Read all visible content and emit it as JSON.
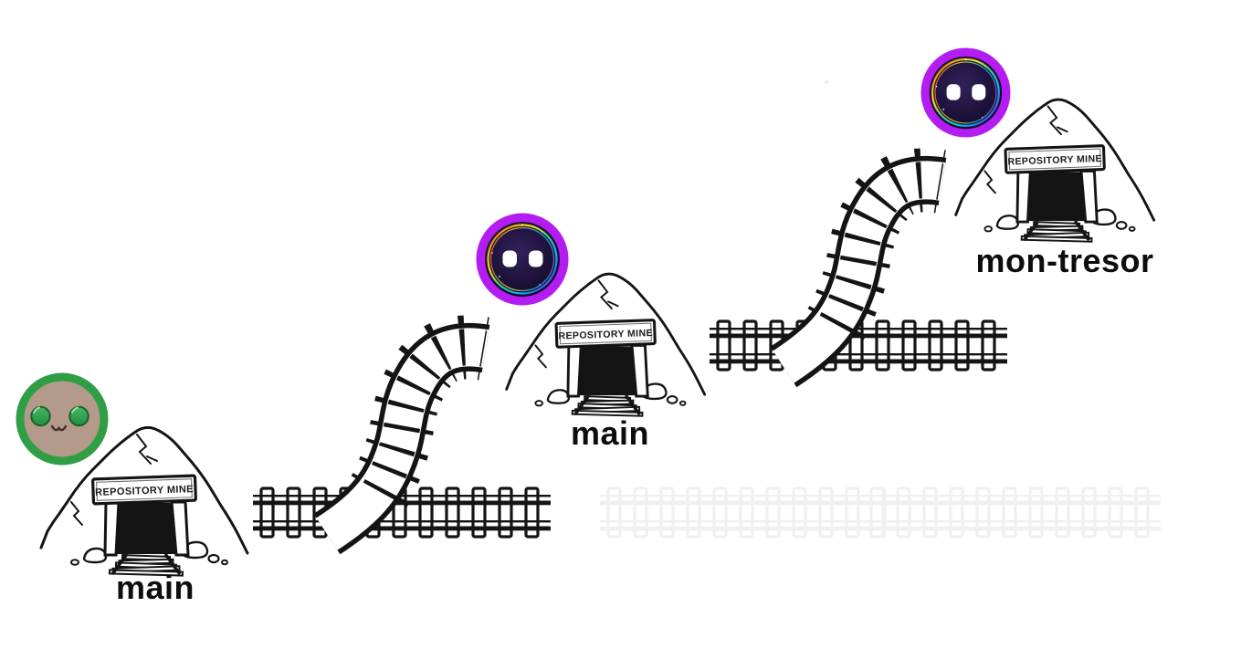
{
  "scene": {
    "background_color": "#ffffff",
    "ink_color": "#141414",
    "mines": [
      {
        "sign": "REPOSITORY MINE",
        "label": "main"
      },
      {
        "sign": "REPOSITORY MINE",
        "label": "main"
      },
      {
        "sign": "REPOSITORY MINE",
        "label": "mon-tresor"
      }
    ],
    "avatars": [
      {
        "kind": "green-round-face",
        "ring_color": "#2f9e44",
        "face_color": "#b49a8a",
        "eye_color": "#2da44e"
      },
      {
        "kind": "purple-dark-face",
        "ring_color": "#b41df2",
        "face_color": "#1c1138",
        "eye_color": "#ffffff"
      },
      {
        "kind": "purple-dark-face",
        "ring_color": "#b41df2",
        "face_color": "#1c1138",
        "eye_color": "#ffffff"
      }
    ]
  }
}
